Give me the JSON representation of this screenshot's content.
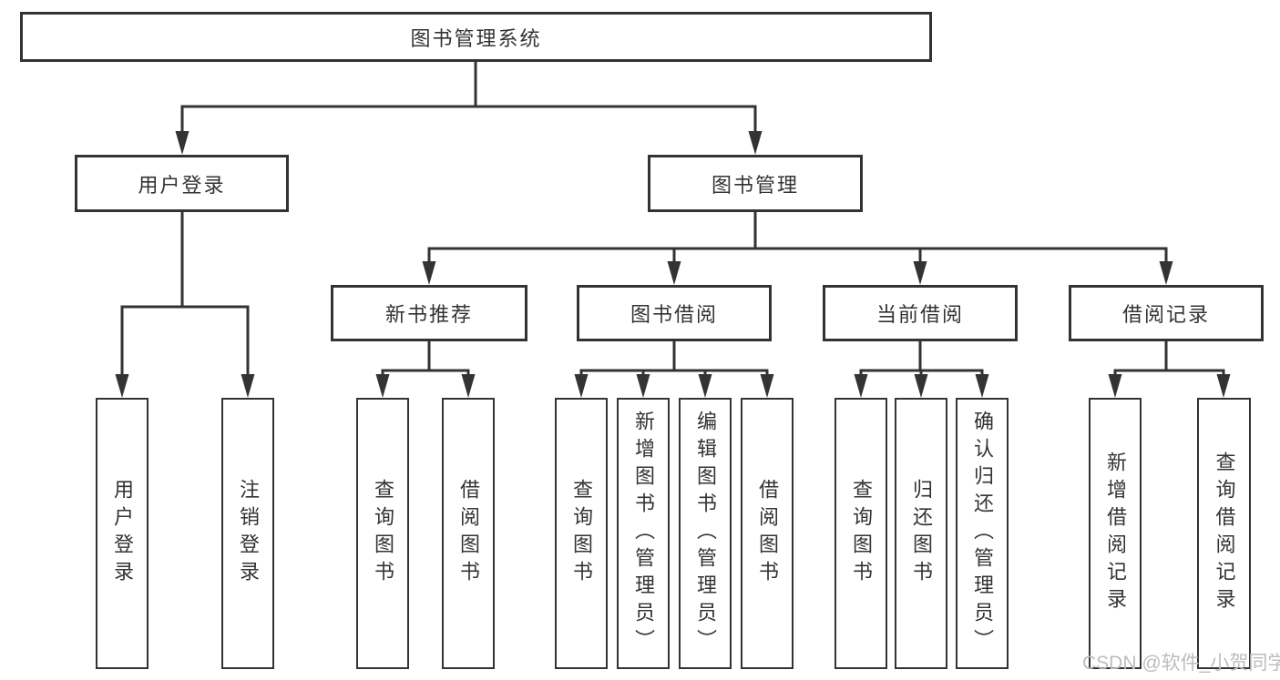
{
  "watermark": {
    "text": "CSDN @软件_小贺同学",
    "color": "#bdbdbd"
  },
  "colors": {
    "line": "#333333",
    "box_border": "#333333",
    "text": "#333333",
    "background": "#ffffff"
  },
  "tree": {
    "label": "图书管理系统",
    "children": [
      {
        "label": "用户登录",
        "children": [
          {
            "label": "用户登录"
          },
          {
            "label": "注销登录"
          }
        ]
      },
      {
        "label": "图书管理",
        "children": [
          {
            "label": "新书推荐",
            "children": [
              {
                "label": "查询图书"
              },
              {
                "label": "借阅图书"
              }
            ]
          },
          {
            "label": "图书借阅",
            "children": [
              {
                "label": "查询图书"
              },
              {
                "label": "新增图书（管理员）"
              },
              {
                "label": "编辑图书（管理员）"
              },
              {
                "label": "借阅图书"
              }
            ]
          },
          {
            "label": "当前借阅",
            "children": [
              {
                "label": "查询图书"
              },
              {
                "label": "归还图书"
              },
              {
                "label": "确认归还（管理员）"
              }
            ]
          },
          {
            "label": "借阅记录",
            "children": [
              {
                "label": "新增借阅记录"
              },
              {
                "label": "查询借阅记录"
              }
            ]
          }
        ]
      }
    ]
  }
}
